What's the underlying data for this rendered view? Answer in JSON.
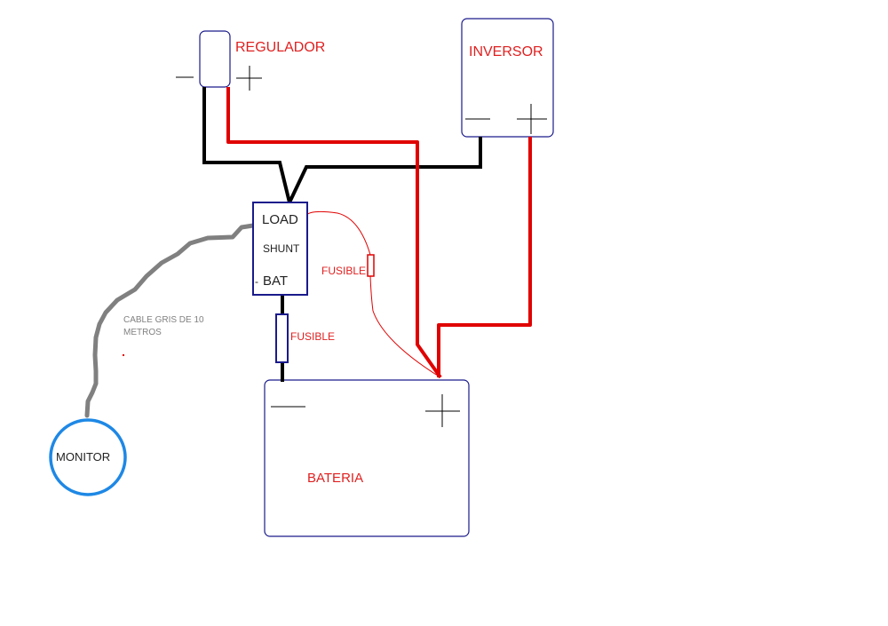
{
  "colors": {
    "negative_wire": "#000000",
    "positive_wire": "#e00000",
    "signal_cable": "#808080",
    "box_outline": "#1a1a8c",
    "monitor_outline": "#1e88e5",
    "label_red": "#e02020",
    "label_dark": "#222222",
    "label_gray": "#808080"
  },
  "components": {
    "regulador": {
      "label": "REGULADOR",
      "minus": "—",
      "plus": "+"
    },
    "inversor": {
      "label": "INVERSOR"
    },
    "shunt": {
      "load": "LOAD",
      "shunt": "SHUNT",
      "bat": "BAT",
      "bat_minus": "-"
    },
    "fuse_large": {
      "label": "FUSIBLE"
    },
    "fuse_small": {
      "label": "FUSIBLE"
    },
    "bateria": {
      "label": "BATERIA"
    },
    "monitor": {
      "label": "MONITOR"
    },
    "cable_note": {
      "line1": "CABLE GRIS DE 10",
      "line2": "METROS"
    }
  }
}
